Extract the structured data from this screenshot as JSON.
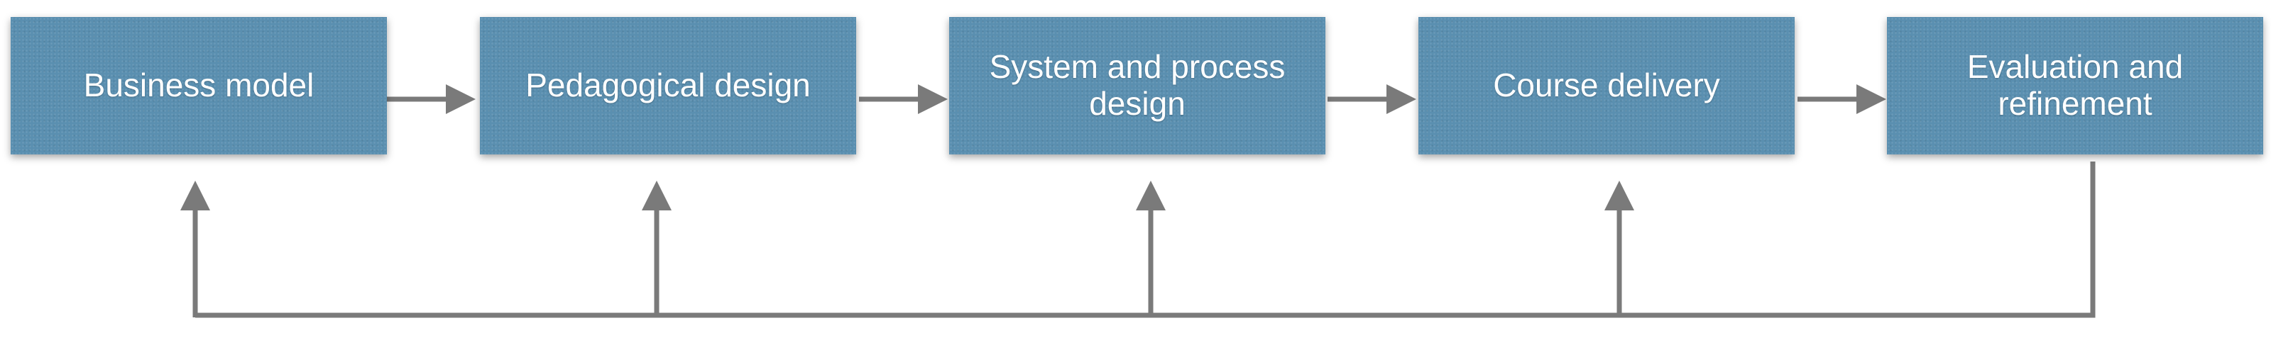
{
  "diagram": {
    "steps": [
      {
        "id": "business-model",
        "label": "Business model"
      },
      {
        "id": "pedagogical-design",
        "label": "Pedagogical design"
      },
      {
        "id": "system-and-process-design",
        "label": "System and process design"
      },
      {
        "id": "course-delivery",
        "label": "Course delivery"
      },
      {
        "id": "evaluation-and-refinement",
        "label": "Evaluation and refinement"
      }
    ],
    "flow_edges": [
      {
        "from": "business-model",
        "to": "pedagogical-design"
      },
      {
        "from": "pedagogical-design",
        "to": "system-and-process-design"
      },
      {
        "from": "system-and-process-design",
        "to": "course-delivery"
      },
      {
        "from": "course-delivery",
        "to": "evaluation-and-refinement"
      }
    ],
    "feedback": {
      "from": "evaluation-and-refinement",
      "to": [
        "business-model",
        "pedagogical-design",
        "system-and-process-design",
        "course-delivery"
      ]
    },
    "colors": {
      "box_fill": "#5a8fb0",
      "box_text": "#ffffff",
      "connector": "#7a7a7a"
    }
  }
}
